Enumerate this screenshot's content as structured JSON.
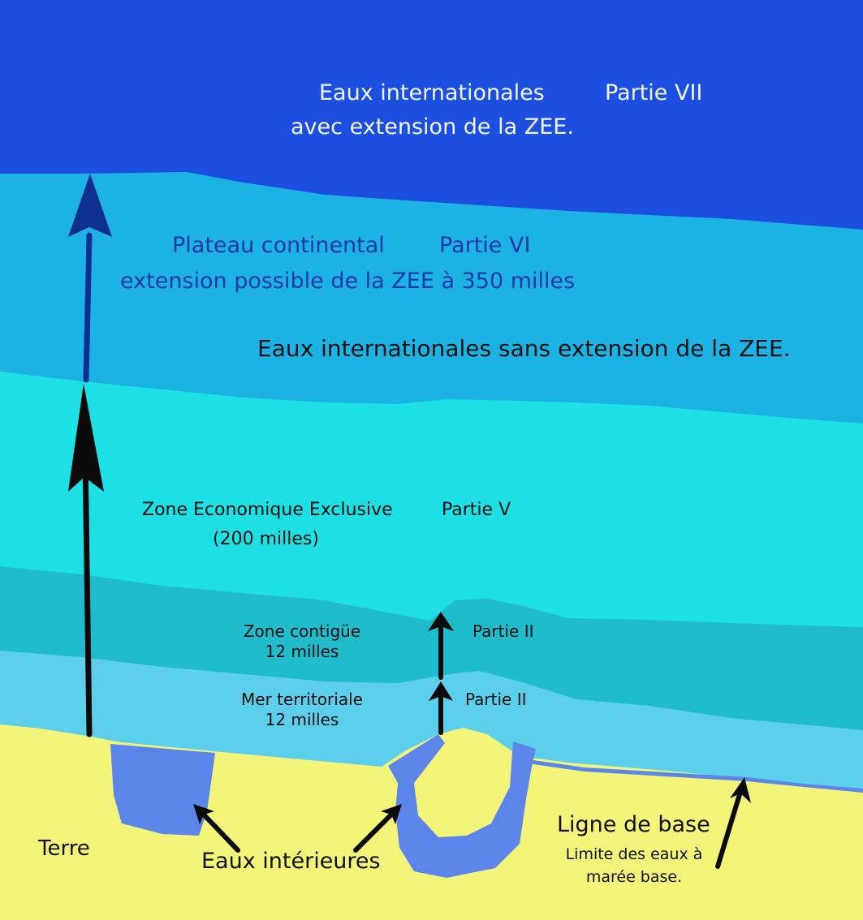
{
  "zones": {
    "high_seas_with_eez": {
      "title": "Eaux internationales",
      "part": "Partie VII",
      "subtitle": "avec extension de la ZEE."
    },
    "continental_shelf": {
      "title": "Plateau continental",
      "part": "Partie VI",
      "subtitle": "extension possible de la ZEE à 350 milles"
    },
    "high_seas_without_eez": {
      "title": "Eaux internationales sans extension de la ZEE."
    },
    "eez": {
      "title": "Zone Economique Exclusive",
      "part": "Partie V",
      "subtitle": "(200 milles)"
    },
    "contiguous_zone": {
      "title": "Zone contigüe",
      "subtitle": "12 milles",
      "part": "Partie II"
    },
    "territorial_sea": {
      "title": "Mer territoriale",
      "subtitle": "12 milles",
      "part": "Partie II"
    },
    "land": {
      "title": "Terre"
    },
    "internal_waters": {
      "title": "Eaux intérieures"
    },
    "baseline": {
      "title": "Ligne de base",
      "line1": "Limite des eaux à",
      "line2": "marée base."
    }
  },
  "colors": {
    "deep_ocean": "#1c4fe0",
    "shelf": "#1cb2e4",
    "eez": "#1ce0e4",
    "contiguous": "#20bccc",
    "territorial": "#5ccfec",
    "land": "#f2f57a",
    "internal_waters": "#5b85e8",
    "arrow_black": "#0a0a0a",
    "arrow_navy": "#0d2f8f"
  }
}
